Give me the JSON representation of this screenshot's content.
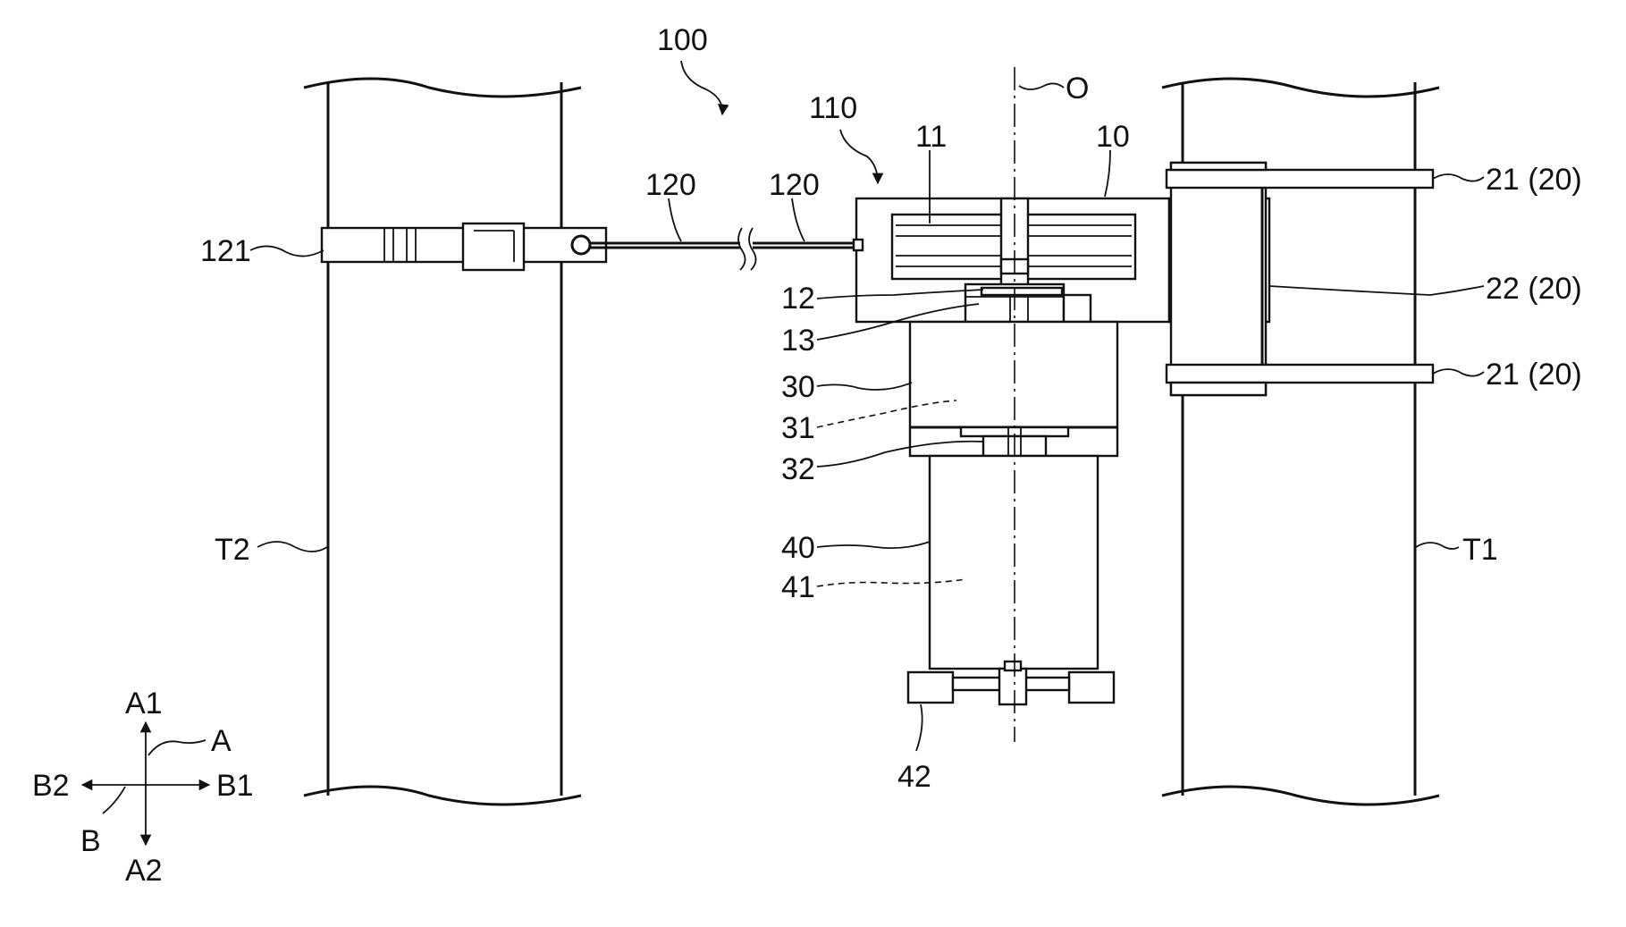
{
  "labels": {
    "assembly": "100",
    "winch_unit": "110",
    "frame": "10",
    "drum": "11",
    "drum_gear": "12",
    "drum_shaft_gear": "13",
    "wire_a": "120",
    "wire_b": "120",
    "anchor_strap": "121",
    "upper_clamp": "21 (20)",
    "clamp_body": "22 (20)",
    "lower_clamp": "21 (20)",
    "reducer": "30",
    "reducer_inner": "31",
    "reducer_gear": "32",
    "motor": "40",
    "motor_inner": "41",
    "handle": "42",
    "axis": "O",
    "tower_left": "T2",
    "tower_right": "T1",
    "dir_a1": "A1",
    "dir_a2": "A2",
    "dir_a": "A",
    "dir_b1": "B1",
    "dir_b2": "B2",
    "dir_b": "B"
  }
}
